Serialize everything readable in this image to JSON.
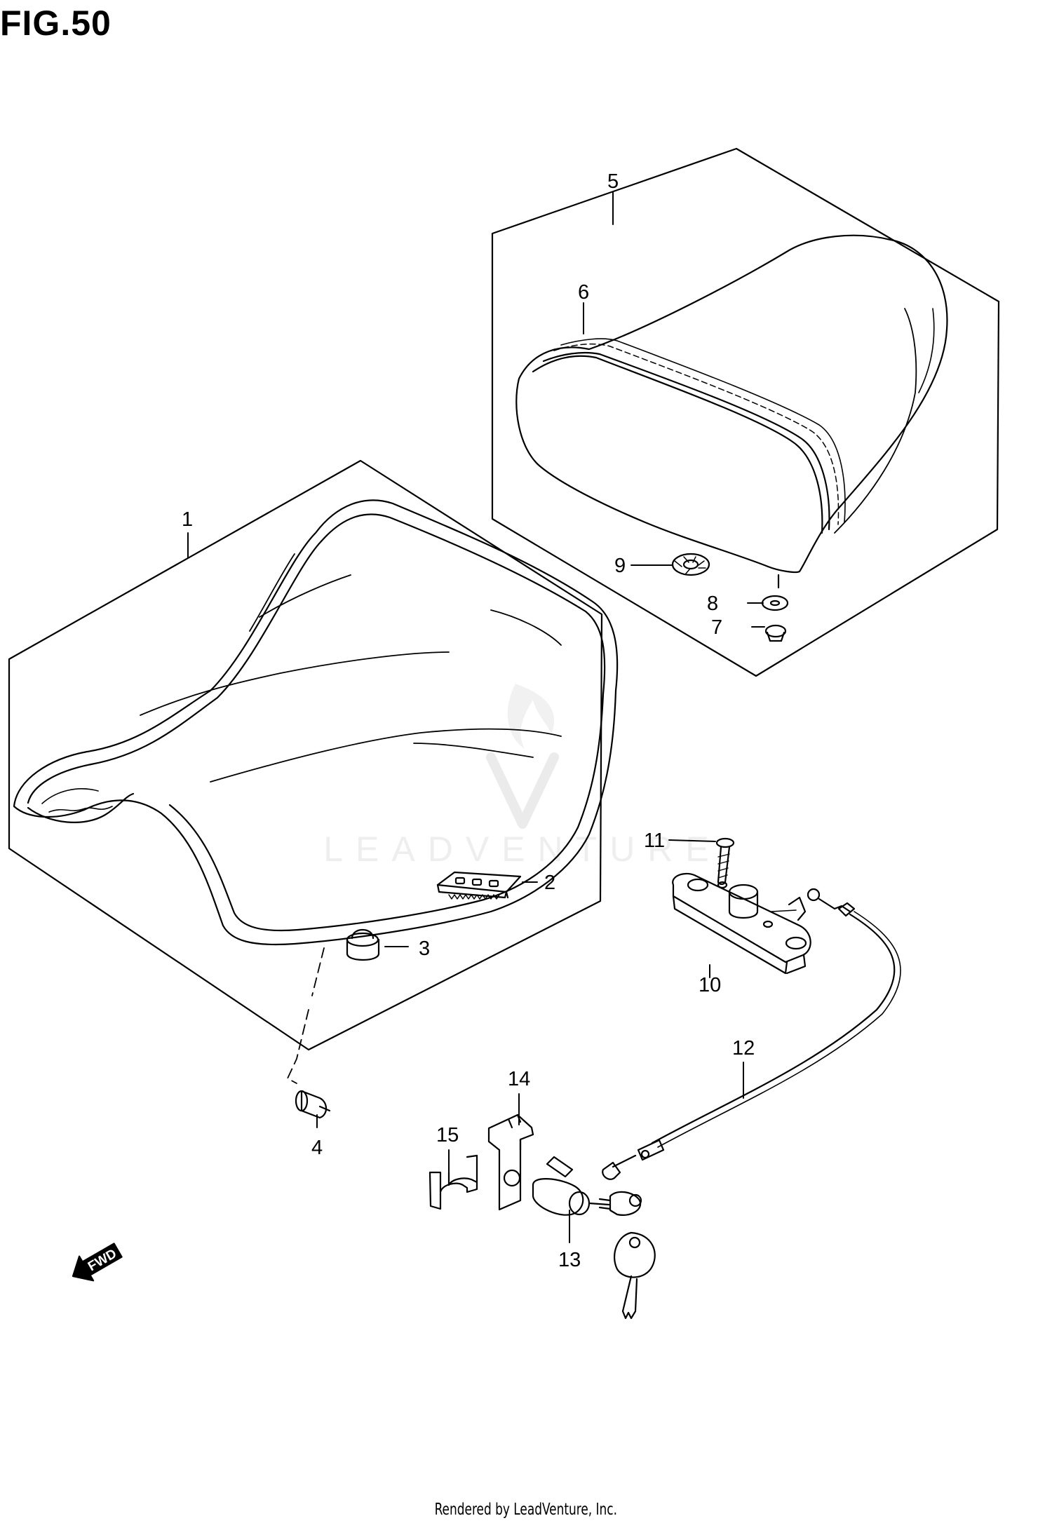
{
  "figure": {
    "title": "FIG.50"
  },
  "callouts": [
    {
      "id": "1",
      "label": "1"
    },
    {
      "id": "2",
      "label": "2"
    },
    {
      "id": "3",
      "label": "3"
    },
    {
      "id": "4",
      "label": "4"
    },
    {
      "id": "5",
      "label": "5"
    },
    {
      "id": "6",
      "label": "6"
    },
    {
      "id": "7",
      "label": "7"
    },
    {
      "id": "8",
      "label": "8"
    },
    {
      "id": "9",
      "label": "9"
    },
    {
      "id": "10",
      "label": "10"
    },
    {
      "id": "11",
      "label": "11"
    },
    {
      "id": "12",
      "label": "12"
    },
    {
      "id": "13",
      "label": "13"
    },
    {
      "id": "14",
      "label": "14"
    },
    {
      "id": "15",
      "label": "15"
    }
  ],
  "direction_badge": {
    "text": "FWD"
  },
  "watermark": {
    "text": "LEADVENTURE"
  },
  "footer": {
    "text": "Rendered by LeadVenture, Inc."
  }
}
